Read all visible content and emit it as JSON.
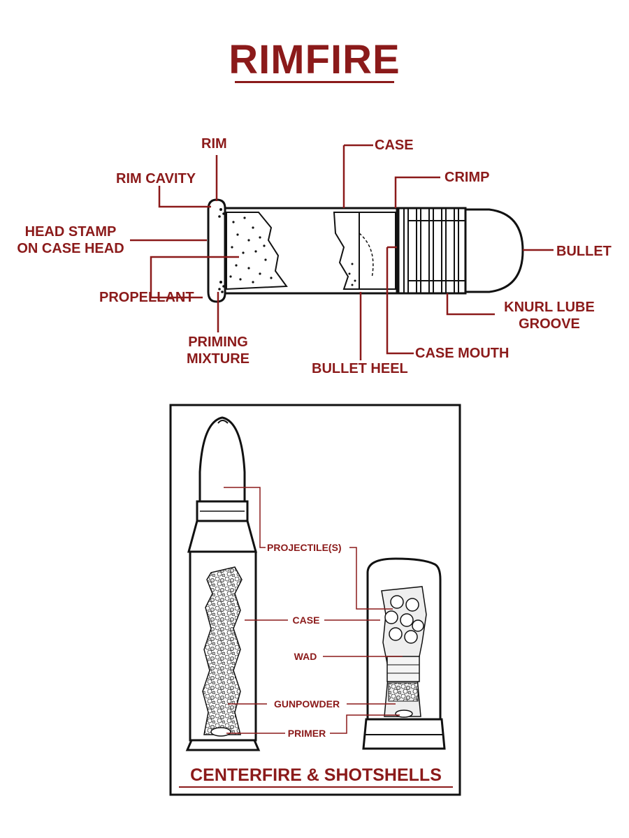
{
  "title": "RIMFIRE",
  "colors": {
    "label": "#8b1a1a",
    "outline": "#111111",
    "leader": "#8b1a1a",
    "fill": "#ffffff",
    "shade": "#d9d9d9"
  },
  "rimfire_labels": {
    "rim": "RIM",
    "rim_cavity": "RIM CAVITY",
    "head_stamp_1": "HEAD STAMP",
    "head_stamp_2": "ON CASE HEAD",
    "propellant": "PROPELLANT",
    "priming_1": "PRIMING",
    "priming_2": "MIXTURE",
    "case": "CASE",
    "crimp": "CRIMP",
    "bullet": "BULLET",
    "knurl_1": "KNURL LUBE",
    "knurl_2": "GROOVE",
    "case_mouth": "CASE MOUTH",
    "bullet_heel": "BULLET HEEL"
  },
  "centerfire_labels": {
    "projectiles": "PROJECTILE(S)",
    "case": "CASE",
    "wad": "WAD",
    "gunpowder": "GUNPOWDER",
    "primer": "PRIMER"
  },
  "bottom_title": "CENTERFIRE & SHOTSHELLS"
}
